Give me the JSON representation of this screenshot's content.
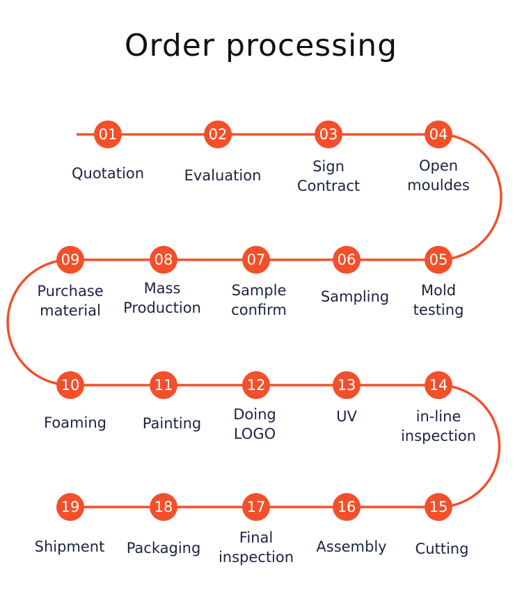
{
  "header": {
    "title": "Order processing"
  },
  "colors": {
    "accent": "#f2502a",
    "label": "#1a2340",
    "title": "#111111"
  },
  "steps": [
    {
      "number": "01",
      "label": "Quotation"
    },
    {
      "number": "02",
      "label": "Evaluation"
    },
    {
      "number": "03",
      "label": "Sign\nContract"
    },
    {
      "number": "04",
      "label": "Open\nmouldes"
    },
    {
      "number": "05",
      "label": "Mold\ntesting"
    },
    {
      "number": "06",
      "label": "Sampling"
    },
    {
      "number": "07",
      "label": "Sample\nconfirm"
    },
    {
      "number": "08",
      "label": "Mass\nProduction"
    },
    {
      "number": "09",
      "label": "Purchase\nmaterial"
    },
    {
      "number": "10",
      "label": "Foaming"
    },
    {
      "number": "11",
      "label": "Painting"
    },
    {
      "number": "12",
      "label": "Doing\nLOGO"
    },
    {
      "number": "13",
      "label": "UV"
    },
    {
      "number": "14",
      "label": "in-line\ninspection"
    },
    {
      "number": "15",
      "label": "Cutting"
    },
    {
      "number": "16",
      "label": "Assembly"
    },
    {
      "number": "17",
      "label": "Final\ninspection"
    },
    {
      "number": "18",
      "label": "Packaging"
    },
    {
      "number": "19",
      "label": "Shipment"
    }
  ]
}
